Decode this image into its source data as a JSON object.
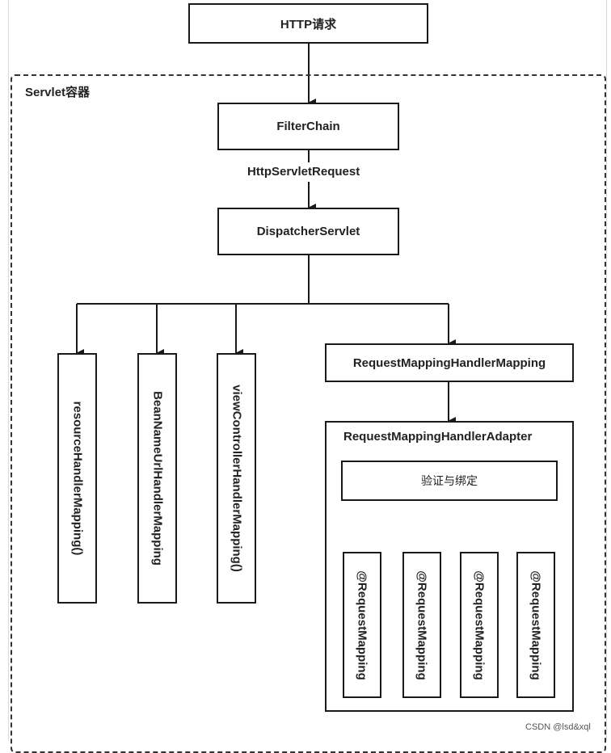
{
  "nodes": {
    "http_request": "HTTP请求",
    "servlet_container": "Servlet容器",
    "filter_chain": "FilterChain",
    "http_servlet_request": "HttpServletRequest",
    "dispatcher_servlet": "DispatcherServlet",
    "resource_handler_mapping": "resourceHandlerMapping()",
    "bean_name_url_handler_mapping": "BeanNameUrlHandlerMapping",
    "view_controller_handler_mapping": "viewControllerHandlerMapping()",
    "request_mapping_handler_mapping": "RequestMappingHandlerMapping",
    "request_mapping_handler_adapter": "RequestMappingHandlerAdapter",
    "validate_and_bind": "验证与绑定",
    "request_mappings": [
      "@RequestMapping",
      "@RequestMapping",
      "@RequestMapping",
      "@RequestMapping"
    ]
  },
  "watermark": "CSDN @lsd&xql",
  "colors": {
    "line": "#1a1a1a",
    "frame": "#d9d9d9"
  }
}
